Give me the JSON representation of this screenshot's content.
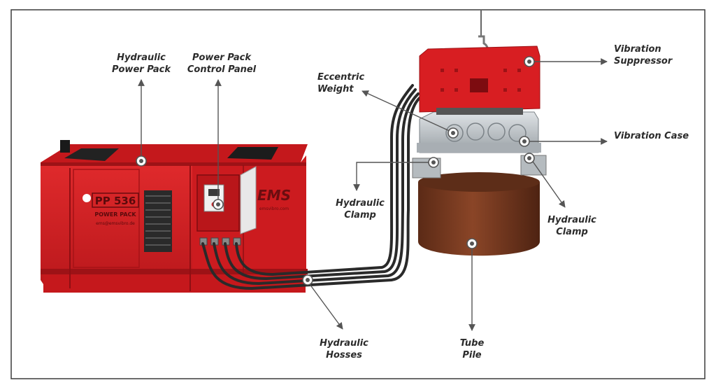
{
  "colors": {
    "frame": "#3a3a3a",
    "callout_line": "#555555",
    "machine_red": "#d81e22",
    "machine_red_dark": "#9d1216",
    "steel_grey": "#bfc4c8",
    "pile_brown": "#7a3b22",
    "hose_black": "#2a2a2a"
  },
  "labels": {
    "hydraulic_power_pack": [
      "Hydraulic",
      "Power Pack"
    ],
    "control_panel": [
      "Power Pack",
      "Control Panel"
    ],
    "eccentric_weight": [
      "Eccentric",
      "Weight"
    ],
    "vibration_suppressor": [
      "Vibration",
      "Suppressor"
    ],
    "vibration_case": [
      "Vibration Case"
    ],
    "hydraulic_clamp_left": [
      "Hydraulic",
      "Clamp"
    ],
    "hydraulic_clamp_right": [
      "Hydraulic",
      "Clamp"
    ],
    "hydraulic_hosses": [
      "Hydraulic",
      "Hosses"
    ],
    "tube_pile": [
      "Tube",
      "Pile"
    ]
  },
  "machine_markings": {
    "model": "PP 536",
    "subtitle": "POWER PACK",
    "email": "ems@emsvibro.de",
    "brand": "EMS",
    "website": "emsvibro.com"
  },
  "icons": [
    "callout-marker-icon",
    "arrow-head-icon",
    "crane-hook-icon"
  ]
}
